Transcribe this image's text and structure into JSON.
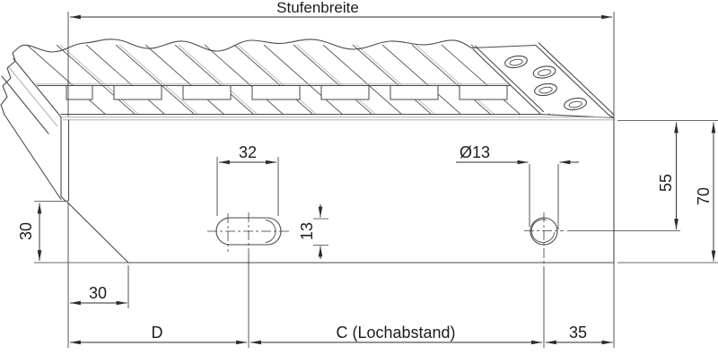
{
  "drawing": {
    "type": "technical-drawing",
    "subject": "grating stair tread cross dimension drawing",
    "labels": {
      "stufenbreite": "Stufenbreite",
      "slot_width": "32",
      "hole_diameter": "Ø13",
      "slot_height": "13",
      "nose_height": "30",
      "nose_depth": "30",
      "hole_center_from_top": "55",
      "plate_height": "70",
      "dim_d": "D",
      "dim_c": "C (Lochabstand)",
      "dim_edge": "35"
    },
    "colors": {
      "background": "#ffffff",
      "line": "#4a4a4a",
      "dimension": "#2b2b2b",
      "light_accent": "#b0b0b0",
      "text": "#1c1c1c"
    }
  }
}
